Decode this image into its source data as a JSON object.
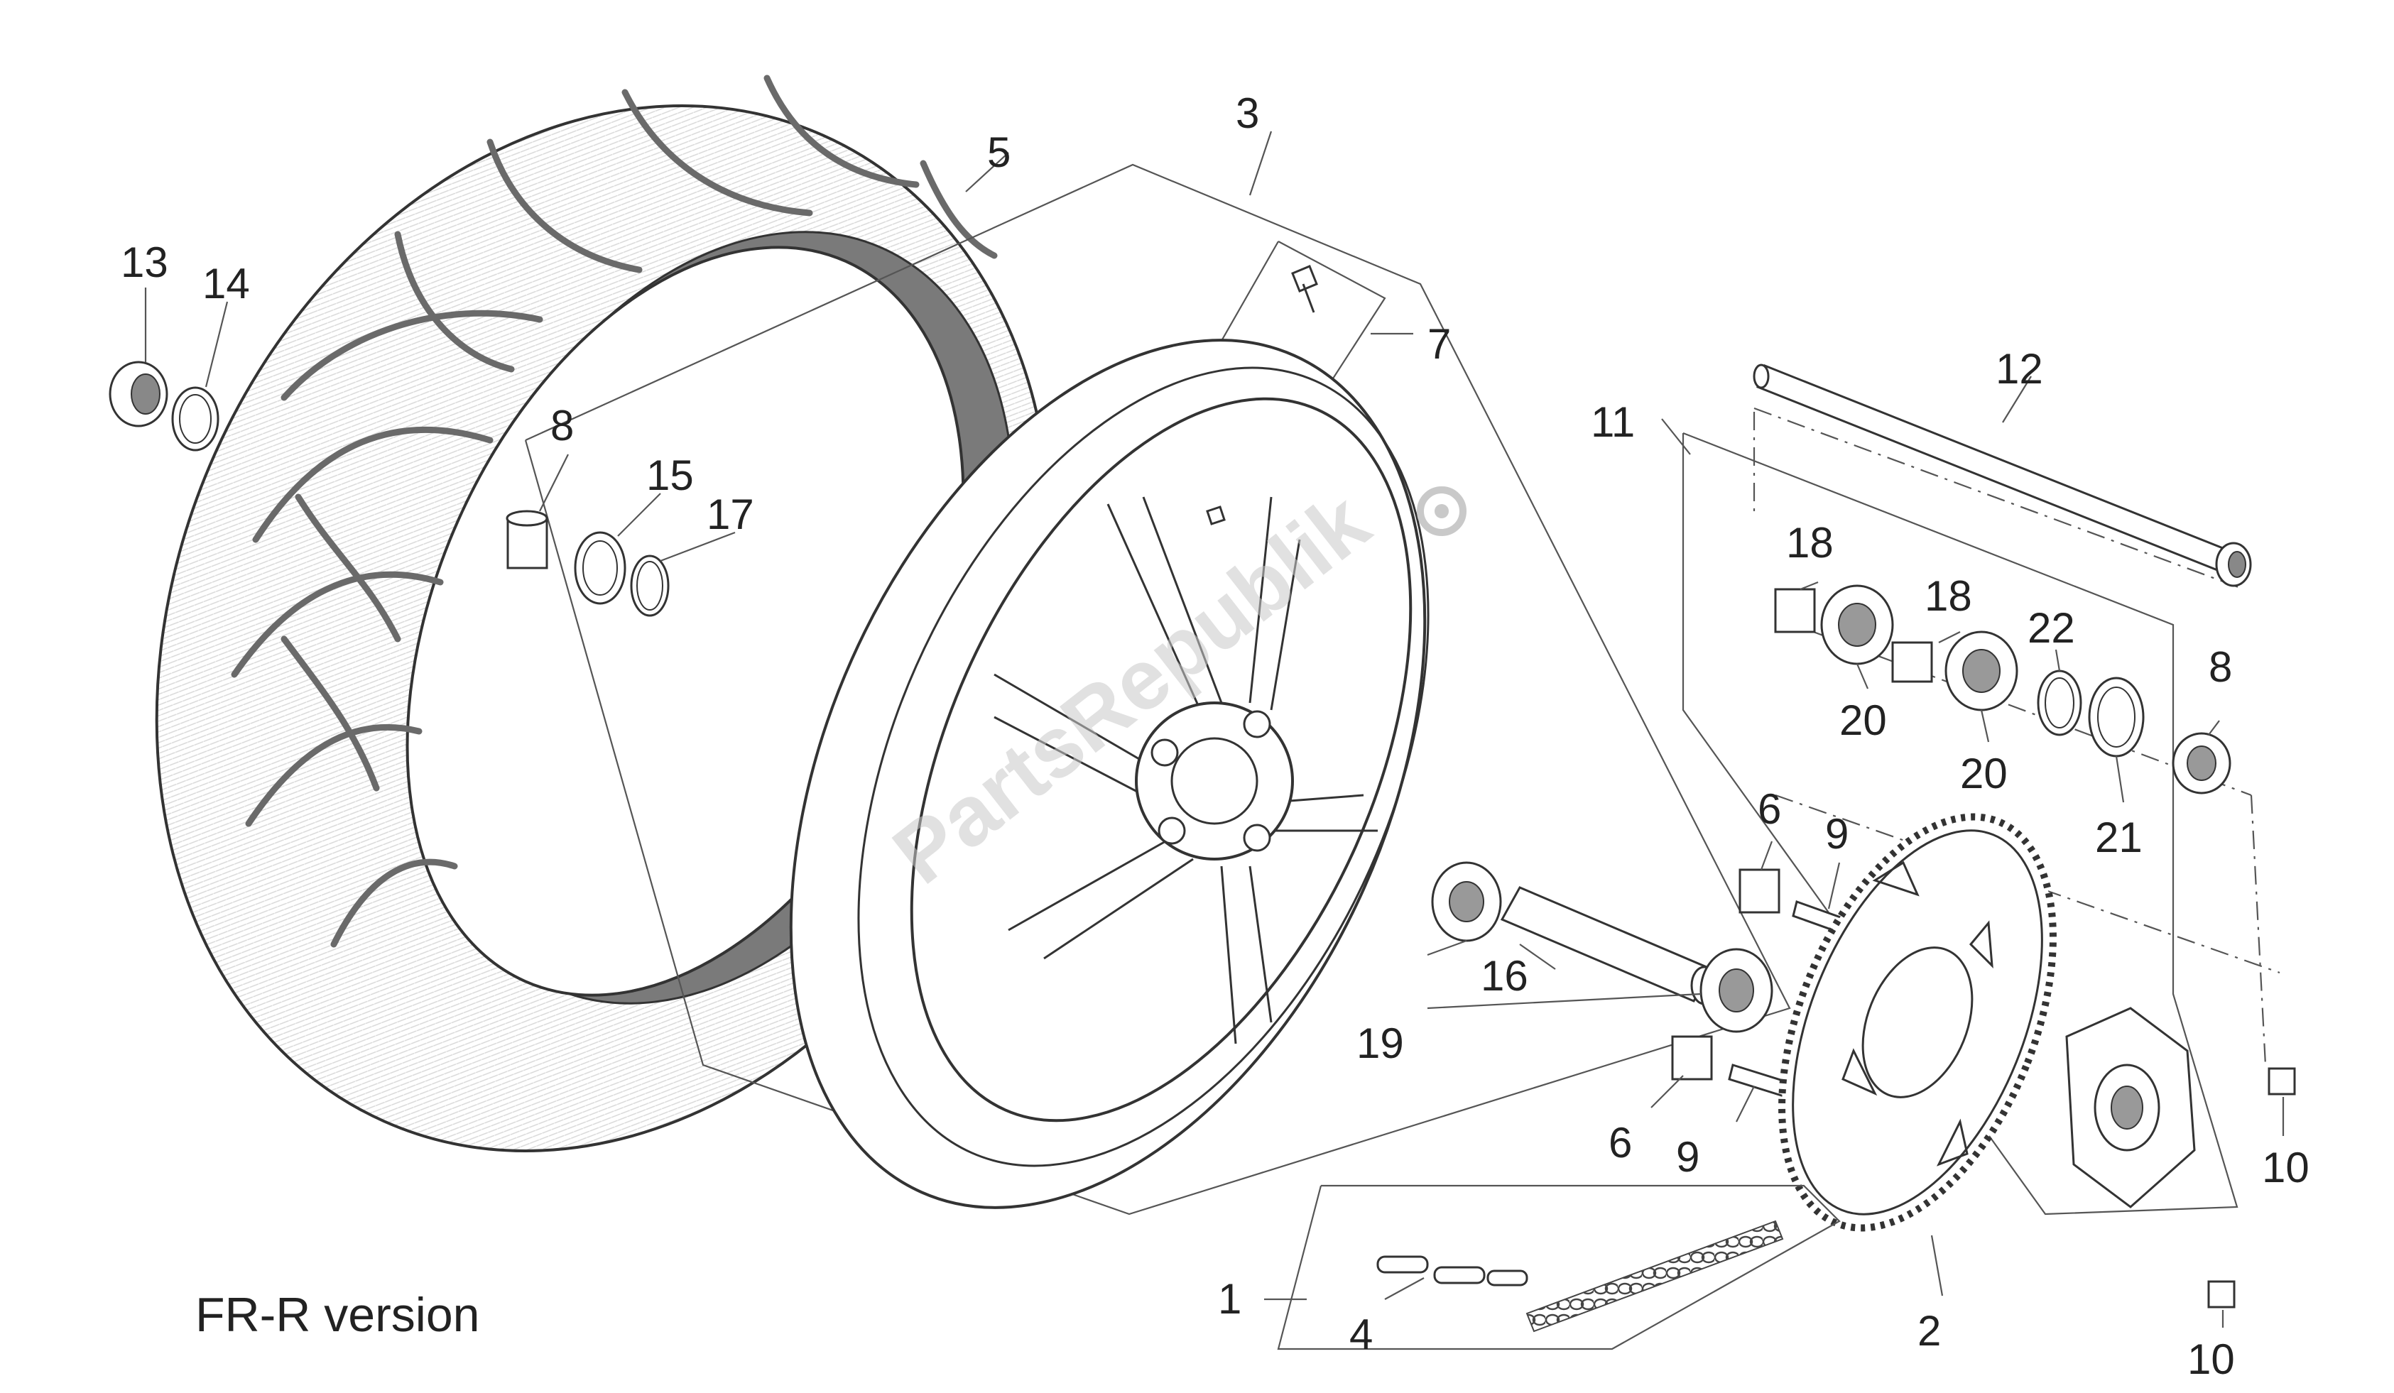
{
  "caption": "FR-R version",
  "watermark": "PartsRepublik",
  "callouts": {
    "c1": "1",
    "c2": "2",
    "c3": "3",
    "c4": "4",
    "c5": "5",
    "c6a": "6",
    "c6b": "6",
    "c7": "7",
    "c8a": "8",
    "c8b": "8",
    "c9a": "9",
    "c9b": "9",
    "c10a": "10",
    "c10b": "10",
    "c11": "11",
    "c12": "12",
    "c13": "13",
    "c14": "14",
    "c15": "15",
    "c16": "16",
    "c17": "17",
    "c18a": "18",
    "c18b": "18",
    "c19": "19",
    "c20a": "20",
    "c20b": "20",
    "c21": "21",
    "c22": "22"
  },
  "icons": [
    "gear-icon"
  ]
}
